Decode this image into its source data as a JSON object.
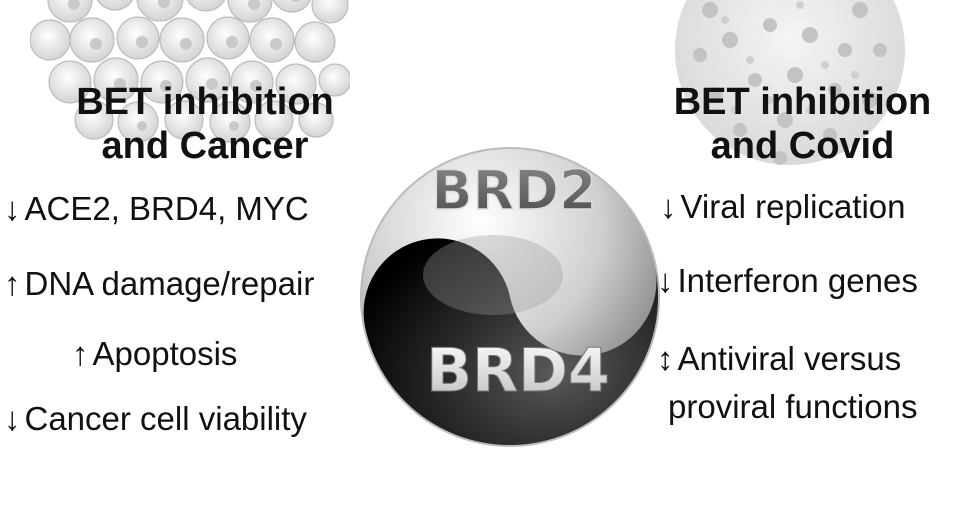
{
  "left": {
    "heading_line1": "BET inhibition",
    "heading_line2": "and Cancer",
    "items": [
      {
        "arrow": "↓",
        "text": "ACE2, BRD4, MYC"
      },
      {
        "arrow": "↑",
        "text": "DNA damage/repair"
      },
      {
        "arrow": "↑",
        "text": "Apoptosis"
      },
      {
        "arrow": "↓",
        "text": "Cancer cell viability"
      }
    ]
  },
  "right": {
    "heading_line1": "BET inhibition",
    "heading_line2": "and Covid",
    "items": [
      {
        "arrow": "↓",
        "text": "Viral replication"
      },
      {
        "arrow": "↓",
        "text": "Interferon genes"
      },
      {
        "arrow": "↕",
        "text": "Antiviral versus"
      },
      {
        "arrow": "",
        "text": "proviral functions"
      }
    ]
  },
  "center": {
    "top_label": "BRD2",
    "bottom_label": "BRD4"
  },
  "colors": {
    "text": "#111111",
    "light_half": "#e6e6e6",
    "dark_half": "#1a1a1a",
    "background_art": "#d9d9d9"
  },
  "icons": {
    "left_background": "cancer-cells-icon",
    "right_background": "virus-icon",
    "center": "yin-yang-icon"
  }
}
